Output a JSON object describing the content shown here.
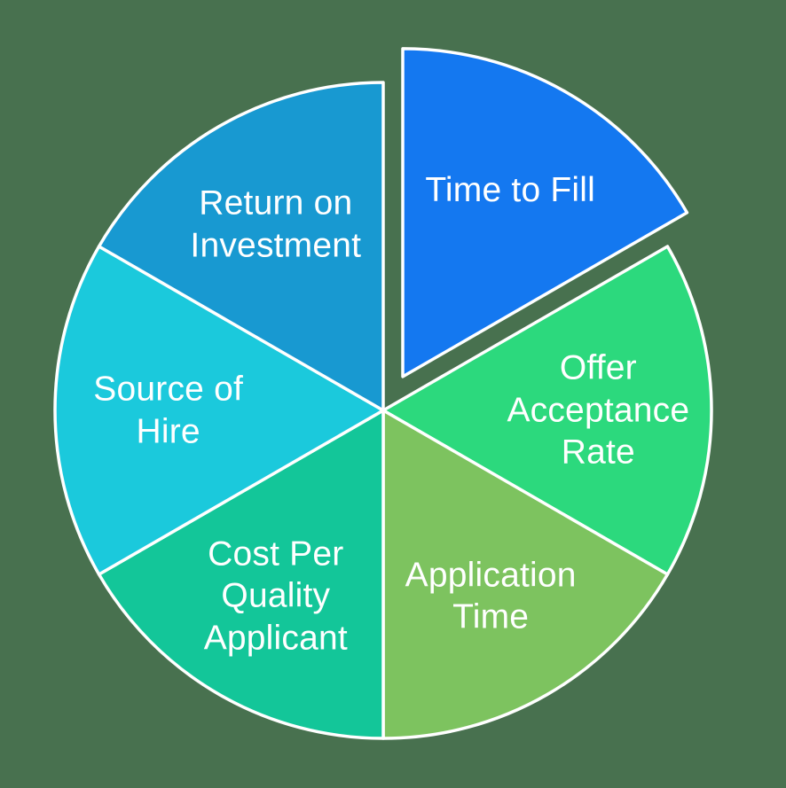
{
  "background_color": "#48714F",
  "chart_data": {
    "type": "pie",
    "title": "",
    "subtitle": "",
    "legend": "none",
    "categories": [
      "Time to Fill",
      "Offer Acceptance Rate",
      "Application Time",
      "Cost Per Quality Applicant",
      "Source of Hire",
      "Return on Investment"
    ],
    "values": [
      16.67,
      16.67,
      16.67,
      16.67,
      16.67,
      16.67
    ],
    "slice_angle_deg": 60,
    "start_angle_deg": 0,
    "direction": "clockwise",
    "colors": [
      "#1478F0",
      "#2CD97D",
      "#7DC35F",
      "#13C699",
      "#1BC9DC",
      "#1899D1"
    ],
    "exploded": [
      true,
      false,
      false,
      false,
      false,
      false
    ],
    "labels_display": [
      "Time to Fill",
      "Offer\nAcceptance\nRate",
      "Application\nTime",
      "Cost Per\nQuality\nApplicant",
      "Source of\nHire",
      "Return on\nInvestment"
    ],
    "label_color": "#FFFFFF",
    "stroke_color": "#FFFFFF"
  }
}
